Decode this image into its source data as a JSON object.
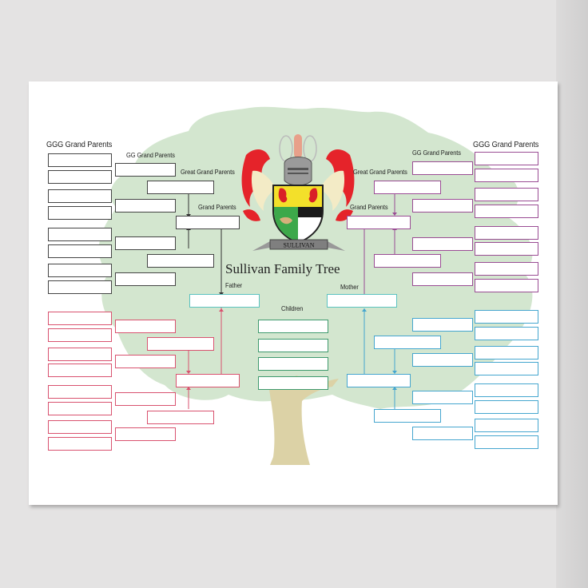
{
  "poster": {
    "title": "Sullivan Family Tree",
    "crest_banner": "SULLIVAN",
    "colors": {
      "canopy": "#d3e6cf",
      "trunk": "#dcd2a6",
      "paternal_father_side": "#444444",
      "paternal_mother_side": "#d9526f",
      "maternal_father_side": "#9a4c94",
      "maternal_mother_side": "#45a6cf",
      "parents": "#5bc2c0",
      "children": "#3f9a6e"
    }
  },
  "labels": {
    "ggg_left": "GGG Grand Parents",
    "gg_left": "GG Grand Parents",
    "great_left": "Great Grand Parents",
    "grand_left": "Grand Parents",
    "father": "Father",
    "children": "Children",
    "mother": "Mother",
    "grand_right": "Grand Parents",
    "great_right": "Great Grand Parents",
    "gg_right": "GG Grand Parents",
    "ggg_right": "GGG Grand Parents"
  }
}
